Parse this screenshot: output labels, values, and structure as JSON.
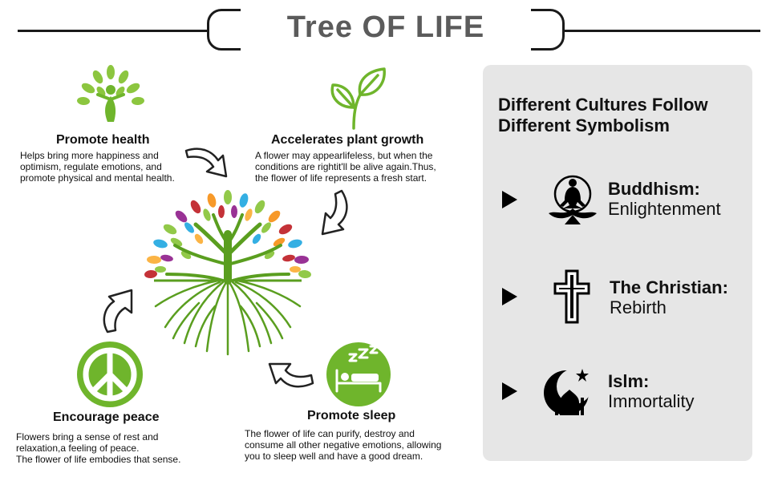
{
  "title": "Tree OF LIFE",
  "benefits": [
    {
      "heading": "Promote health",
      "lines": [
        "Helps bring more happiness and",
        "optimism, regulate emotions, and",
        "promote physical and mental health."
      ],
      "icon": "person-leaves-icon"
    },
    {
      "heading": "Accelerates plant growth",
      "lines": [
        "A flower may appearlifeless, but when the",
        "conditions are rightit'll be alive again.Thus,",
        "the flower of life represents a fresh start."
      ],
      "icon": "sprout-icon"
    },
    {
      "heading": "Encourage peace",
      "lines": [
        "Flowers bring a sense of rest and",
        "relaxation,a feeling of peace.",
        "The flower of life embodies that sense."
      ],
      "icon": "peace-sign-icon"
    },
    {
      "heading": "Promote sleep",
      "lines": [
        "The flower of life can purify, destroy and",
        "consume all other negative emotions, allowing",
        "you to sleep well and have a good dream."
      ],
      "icon": "sleep-bed-icon"
    }
  ],
  "panel": {
    "title_lines": [
      "Different Cultures Follow",
      "Different Symbolism"
    ],
    "items": [
      {
        "name": "Buddhism:",
        "meaning": "Enlightenment",
        "icon": "meditating-buddha-icon"
      },
      {
        "name": "The Christian:",
        "meaning": "Rebirth",
        "icon": "cross-icon"
      },
      {
        "name": "Islm:",
        "meaning": "Immortality",
        "icon": "crescent-mosque-icon"
      }
    ]
  },
  "colors": {
    "green": "#6fb52c",
    "leaf_green": "#8cc63f",
    "panel_bg": "#e6e6e6",
    "title_gray": "#5b5b5b"
  }
}
